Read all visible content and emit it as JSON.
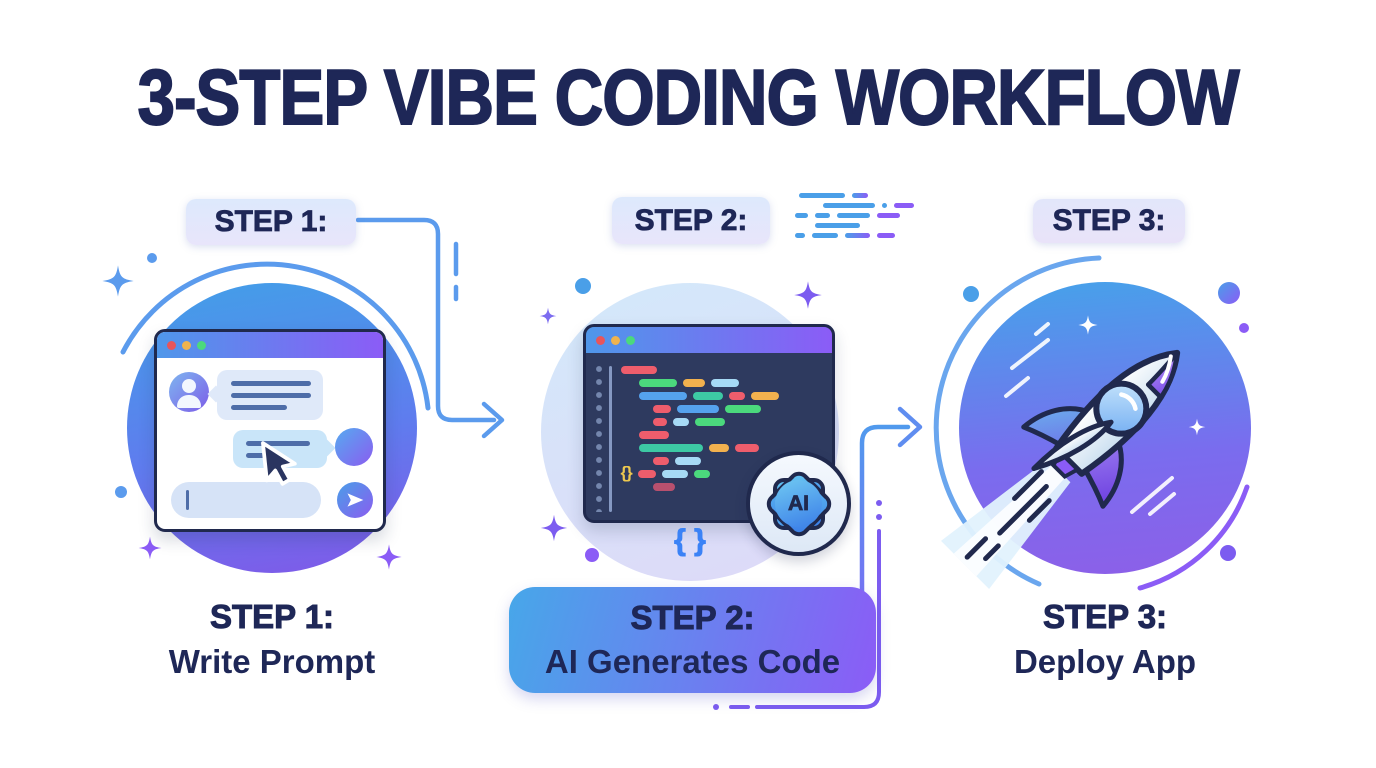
{
  "title": "3-STEP VIBE CODING WORKFLOW",
  "steps": [
    {
      "badge": "STEP 1:",
      "caption_line1": "STEP 1:",
      "caption_line2": "Write Prompt"
    },
    {
      "badge": "STEP 2:",
      "caption_line1": "STEP 2:",
      "caption_line2": "AI Generates Code"
    },
    {
      "badge": "STEP 3:",
      "caption_line1": "STEP 3:",
      "caption_line2": "Deploy App"
    }
  ],
  "ai_badge_label": "AI",
  "braces_label": "{ }",
  "icons": {
    "traffic_lights": "red-yellow-green window dots",
    "user_avatar": "person silhouette in gradient circle",
    "send": "paper-plane in gradient circle",
    "mouse_cursor": "navy arrow pointer with white outline",
    "ai_gear": "gear badge with AI text",
    "rocket": "tilted rocket with flame trail",
    "sparkle": "four-point star"
  },
  "colors": {
    "title_navy": "#1e2757",
    "connector_blue": "#5b9bed",
    "connector_purple": "#7c5cf0",
    "circle_gradient_blue": "#42a0e8",
    "circle_gradient_purple": "#8158e8",
    "code": {
      "red": "#ee5d6c",
      "green": "#4bd97d",
      "orange": "#f2b14e",
      "lightblue": "#a6d9f5",
      "blue": "#55a2ee",
      "teal": "#3dc9a4",
      "maroon": "#b8506e"
    },
    "dash": {
      "b": "#4a9fe8",
      "p": "#8b5cf6",
      "bp": "linear-gradient(90deg,#4a9fe8,#8b5cf6)"
    }
  },
  "code_editor": {
    "braces_glyph": "{}",
    "rows": [
      {
        "indent": 0,
        "segs": [
          {
            "c": "red",
            "w": 36
          }
        ]
      },
      {
        "indent": 18,
        "segs": [
          {
            "c": "green",
            "w": 38
          },
          {
            "c": "orange",
            "w": 22
          },
          {
            "c": "lightblue",
            "w": 28
          }
        ]
      },
      {
        "indent": 18,
        "segs": [
          {
            "c": "blue",
            "w": 48
          },
          {
            "c": "teal",
            "w": 30
          },
          {
            "c": "red",
            "w": 16
          },
          {
            "c": "orange",
            "w": 28
          }
        ]
      },
      {
        "indent": 32,
        "segs": [
          {
            "c": "red",
            "w": 18
          },
          {
            "c": "blue",
            "w": 42
          },
          {
            "c": "green",
            "w": 36
          }
        ]
      },
      {
        "indent": 32,
        "segs": [
          {
            "c": "red",
            "w": 14
          },
          {
            "c": "lightblue",
            "w": 16
          },
          {
            "c": "green",
            "w": 30
          }
        ]
      },
      {
        "indent": 18,
        "segs": [
          {
            "c": "red",
            "w": 30
          }
        ]
      },
      {
        "indent": 18,
        "segs": [
          {
            "c": "teal",
            "w": 64
          },
          {
            "c": "orange",
            "w": 20
          },
          {
            "c": "red",
            "w": 24
          }
        ]
      },
      {
        "indent": 32,
        "segs": [
          {
            "c": "red",
            "w": 16
          },
          {
            "c": "lightblue",
            "w": 26
          }
        ]
      },
      {
        "indent": 0,
        "segs": [
          {
            "braces": true
          },
          {
            "c": "red",
            "w": 18
          },
          {
            "c": "lightblue",
            "w": 26
          },
          {
            "c": "green",
            "w": 16
          }
        ]
      },
      {
        "indent": 32,
        "segs": [
          {
            "c": "maroon",
            "w": 22
          }
        ]
      }
    ]
  },
  "dash_decoration": {
    "rows": [
      {
        "offset": 6,
        "segs": [
          {
            "c": "b",
            "w": 46
          },
          {
            "c": "bp",
            "w": 16
          }
        ]
      },
      {
        "offset": 30,
        "segs": [
          {
            "c": "b",
            "w": 52
          },
          {
            "c": "b",
            "w": 5,
            "dot": true
          },
          {
            "c": "p",
            "w": 20
          }
        ]
      },
      {
        "offset": 2,
        "segs": [
          {
            "c": "b",
            "w": 13
          },
          {
            "c": "b",
            "w": 15
          },
          {
            "c": "b",
            "w": 33
          },
          {
            "c": "p",
            "w": 23
          }
        ]
      },
      {
        "offset": 22,
        "segs": [
          {
            "c": "b",
            "w": 45
          }
        ]
      },
      {
        "offset": 2,
        "segs": [
          {
            "c": "b",
            "w": 10
          },
          {
            "c": "b",
            "w": 26
          },
          {
            "c": "bp",
            "w": 25
          },
          {
            "c": "p",
            "w": 18
          }
        ]
      }
    ]
  }
}
